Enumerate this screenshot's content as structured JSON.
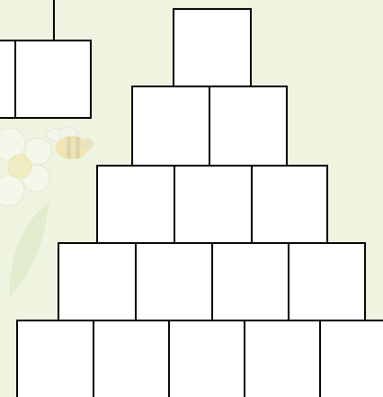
{
  "palette": {
    "background": "#eef4e0",
    "cell_fill": "#ffffff",
    "cell_border": "#000000"
  },
  "background_decoration": {
    "icons": [
      "daisy-flower-icon",
      "bee-icon",
      "leaf-icon"
    ]
  },
  "number_pyramid": {
    "row_cell_counts": [
      1,
      2,
      3,
      4,
      5
    ],
    "cell_values": [
      [
        ""
      ],
      [
        "",
        ""
      ],
      [
        "",
        "",
        ""
      ],
      [
        "",
        "",
        "",
        ""
      ],
      [
        "",
        "",
        "",
        "",
        ""
      ]
    ]
  },
  "partial_pyramid_fragment": {
    "visible_cell_count": 2
  }
}
